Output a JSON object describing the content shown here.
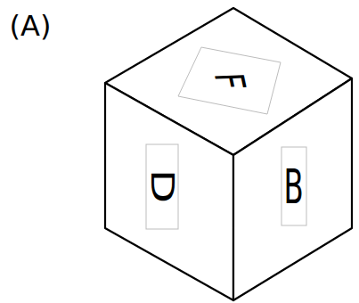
{
  "diagram": {
    "labels": [
      "(A)",
      "F",
      "D",
      "B"
    ]
  }
}
